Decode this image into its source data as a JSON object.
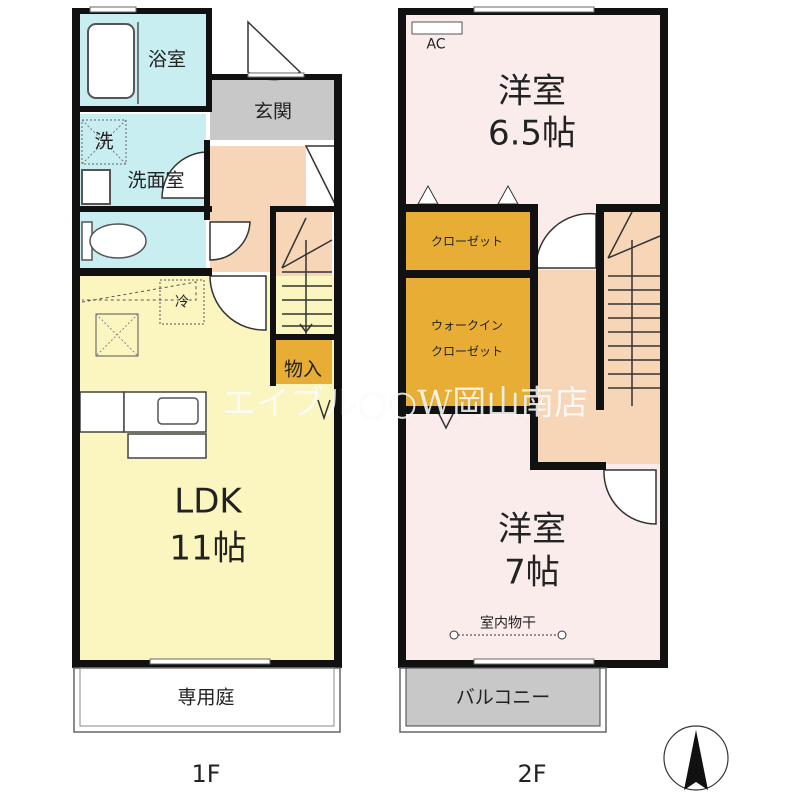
{
  "floors": [
    {
      "label": "1F",
      "rooms": {
        "bath": "浴室",
        "washer": "洗",
        "washroom": "洗面室",
        "entrance": "玄関",
        "storage": "物入",
        "fridge": "冷",
        "ldk_name": "LDK",
        "ldk_size": "11帖",
        "garden": "専用庭"
      }
    },
    {
      "label": "2F",
      "rooms": {
        "ac": "AC",
        "western1_name": "洋室",
        "western1_size": "6.5帖",
        "closet": "クローゼット",
        "walkin_line1": "ウォークイン",
        "walkin_line2": "クローゼット",
        "western2_name": "洋室",
        "western2_size": "7帖",
        "drying": "室内物干",
        "balcony": "バルコニー"
      }
    }
  ],
  "watermark": "エイブル○○W岡山南店",
  "compass": "north-arrow",
  "colors": {
    "wall": "#111111",
    "wet_area": "#c9eef2",
    "entrance": "#c8c8c8",
    "hall": "#f7d6b8",
    "ldk": "#fbf6bf",
    "storage": "#e8ad35",
    "western_room": "#fbecec",
    "balcony": "#c8c8c8"
  }
}
